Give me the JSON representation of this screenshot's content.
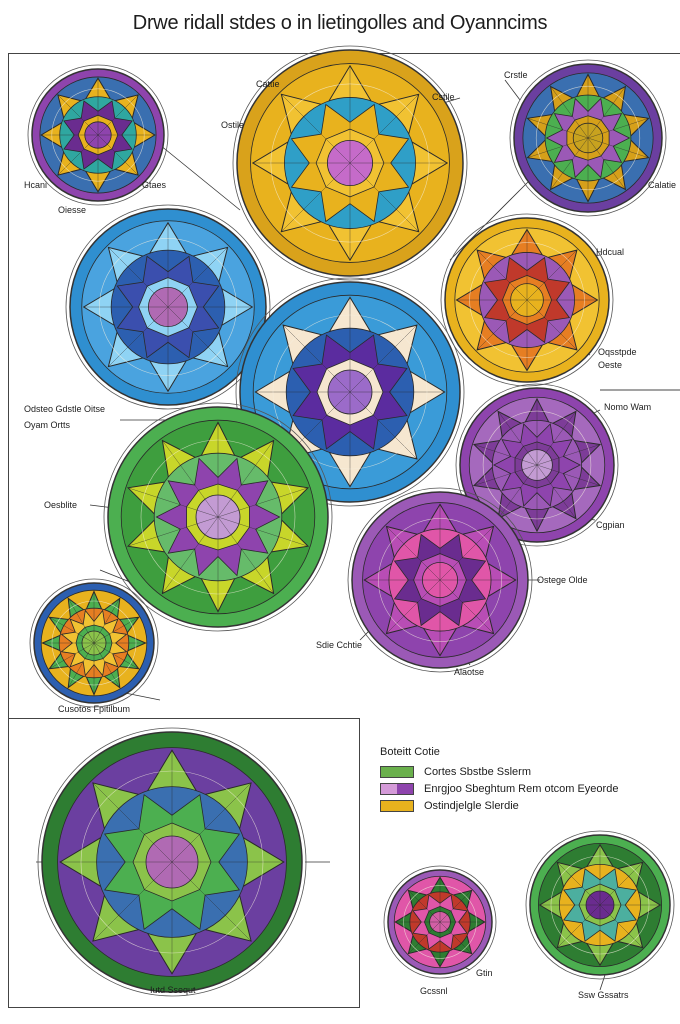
{
  "title": "Drwe ridall stdes o in lietingolles and Oyanncims",
  "labels": {
    "a": "Cattie",
    "b": "Ostile",
    "c": "Cstile",
    "d": "Crstle",
    "e": "Hcani",
    "f": "Gtaes",
    "g": "Oiesse",
    "h": "Calatie",
    "i": "Hdcual",
    "j": "Oqsstpde",
    "k": "Oeste",
    "l": "Odsteo Gdstle Oitse",
    "m": "Oyam Ortts",
    "n": "Nomo Wam",
    "o": "Oesblite",
    "p": "Cgpian",
    "q": "Cusotos Fpitilbum",
    "r": "Sdie Cchtie",
    "s": "Ostege Olde",
    "t": "Alaotse",
    "u": "Iutd Ssequt",
    "v": "Gtin",
    "w": "Gcssnl",
    "x": "Ssw Gssatrs"
  },
  "legend": {
    "title": "Boteitt Cotie",
    "items": [
      {
        "label": "Cortes Sbstbe Sslerm",
        "color": "#6ab04c"
      },
      {
        "label": "Enrgjoo Sbeghtum Rem otcom Eyeorde",
        "colors": [
          "#d49ad8",
          "#8e44ad"
        ]
      },
      {
        "label": "Ostindjelgle Slerdie",
        "color": "#e8b21e"
      }
    ]
  },
  "mandalas": [
    {
      "id": "m1",
      "outer": "#8e44ad",
      "ring": "#3a6fb0",
      "mid": "#2fa7a0",
      "star": "#e8b21e",
      "inner": "#6a2c8f",
      "core": "#8e44ad"
    },
    {
      "id": "m2",
      "outer": "#d9a21b",
      "ring": "#e8b21e",
      "mid": "#2f9fc7",
      "star": "#f1c232",
      "inner": "#e8b21e",
      "core": "#c56bc9"
    },
    {
      "id": "m3",
      "outer": "#6b3fa0",
      "ring": "#3a6fb0",
      "mid": "#4caf50",
      "star": "#d6a01a",
      "inner": "#9b59b6",
      "core": "#c8a21f"
    },
    {
      "id": "m4",
      "outer": "#2f8fd0",
      "ring": "#4aa3df",
      "mid": "#2c5fb0",
      "star": "#8fd3f4",
      "inner": "#3b4fae",
      "core": "#b06ab3"
    },
    {
      "id": "m5",
      "outer": "#e8b21e",
      "ring": "#f1c232",
      "mid": "#9b59b6",
      "star": "#e67e22",
      "inner": "#c0392b",
      "core": "#e8b21e"
    },
    {
      "id": "m6",
      "outer": "#2f8fd0",
      "ring": "#3a9bd8",
      "mid": "#2c5fb0",
      "star": "#f6e7d0",
      "inner": "#5b2c9f",
      "core": "#9b6bc9"
    },
    {
      "id": "m7",
      "outer": "#8e44ad",
      "ring": "#a569bd",
      "mid": "#9b59b6",
      "star": "#7d3c98",
      "inner": "#8e44ad",
      "core": "#c39bd3"
    },
    {
      "id": "m8",
      "outer": "#4caf50",
      "ring": "#3e9e3e",
      "mid": "#66bb6a",
      "star": "#c8d62a",
      "inner": "#8e44ad",
      "core": "#c39bd3"
    },
    {
      "id": "m9",
      "outer": "#9b59b6",
      "ring": "#8e44ad",
      "mid": "#e056a8",
      "star": "#b84db5",
      "inner": "#6a2c8f",
      "core": "#e056a8"
    },
    {
      "id": "m10",
      "outer": "#2c5fb0",
      "ring": "#e8b21e",
      "mid": "#e67e22",
      "star": "#4caf50",
      "inner": "#f1c232",
      "core": "#8bc34a"
    },
    {
      "id": "m11",
      "outer": "#2e7d32",
      "ring": "#6b3fa0",
      "mid": "#3a6fb0",
      "star": "#8bc34a",
      "inner": "#4caf50",
      "core": "#b06ab3"
    },
    {
      "id": "m12",
      "outer": "#9b59b6",
      "ring": "#e056a8",
      "mid": "#c0392b",
      "star": "#2e7d32",
      "inner": "#e056a8",
      "core": "#d35fa5"
    },
    {
      "id": "m13",
      "outer": "#4caf50",
      "ring": "#2e7d32",
      "mid": "#e8b21e",
      "star": "#8bc34a",
      "inner": "#4caf9f",
      "core": "#6a2c8f"
    }
  ]
}
